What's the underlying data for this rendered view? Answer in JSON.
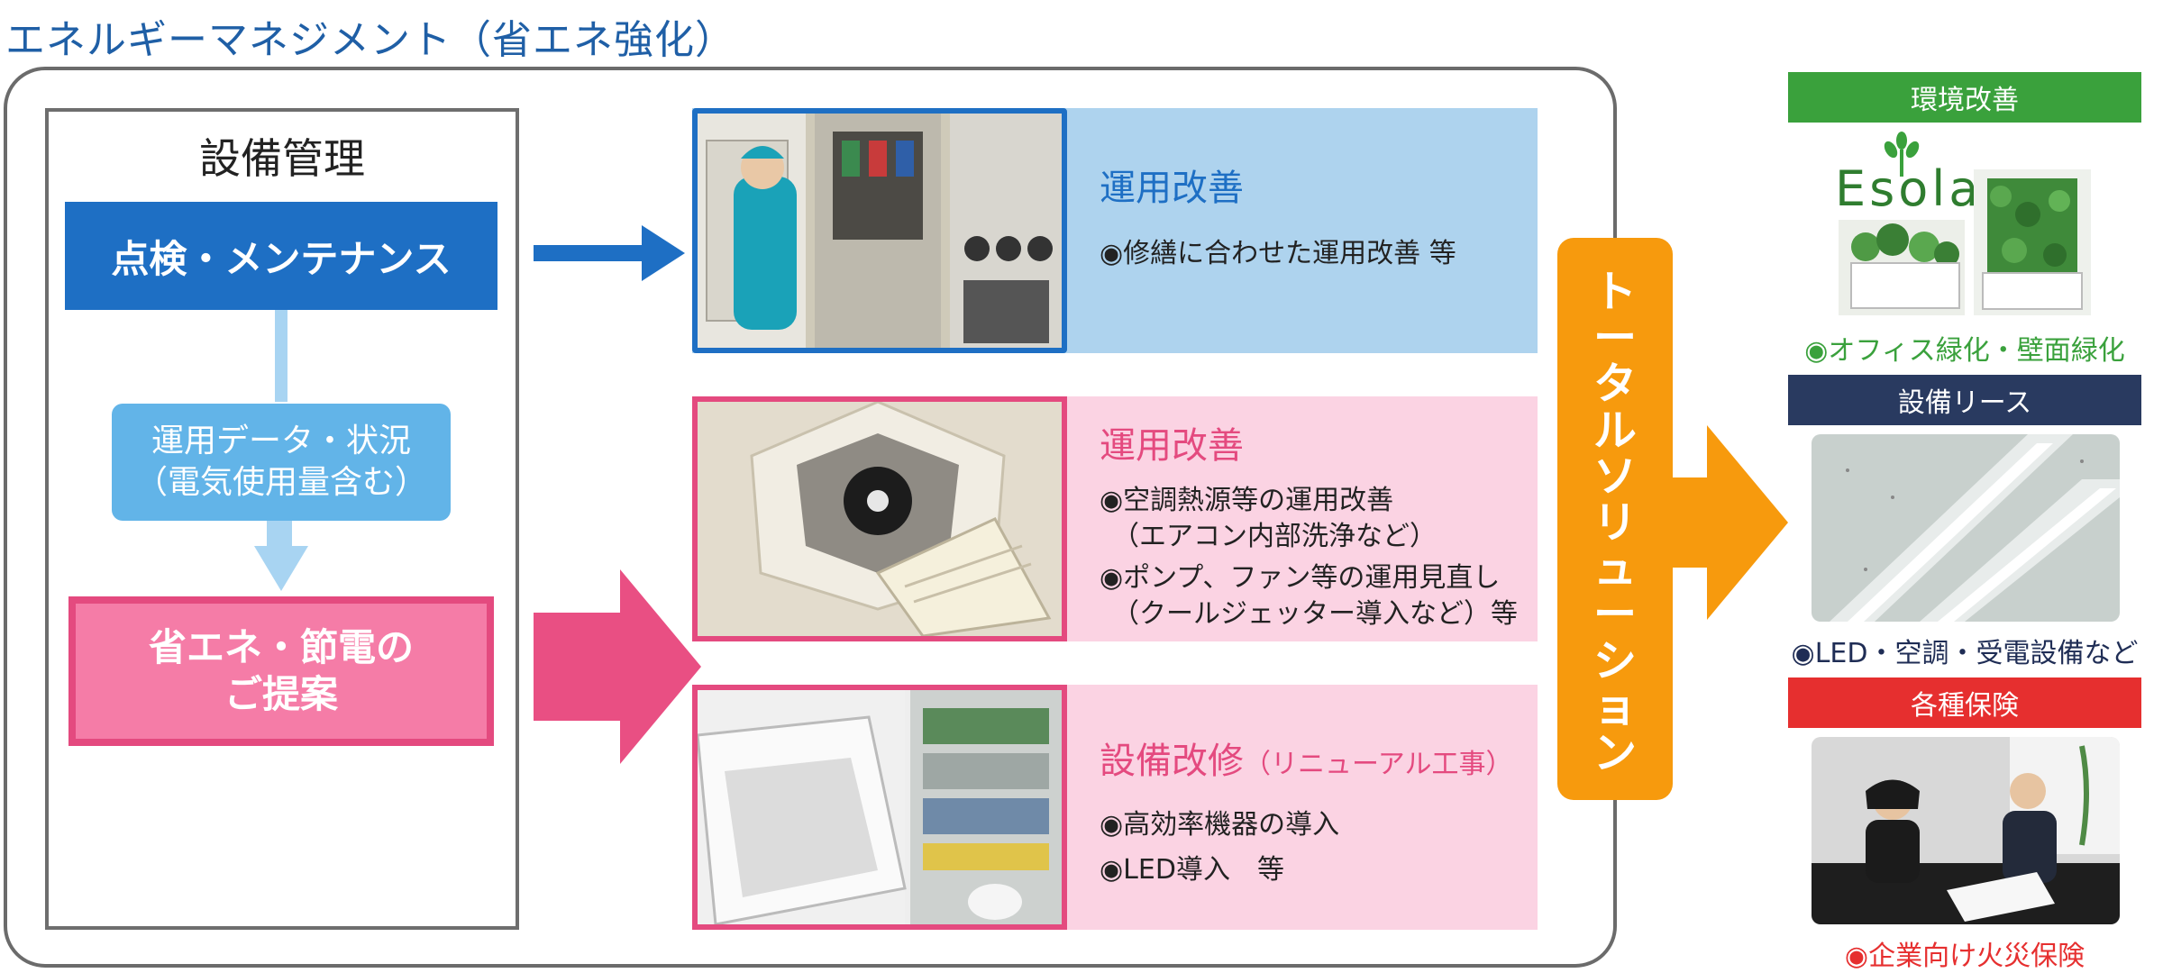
{
  "page_title": "エネルギーマネジメント（省エネ強化）",
  "management": {
    "title": "設備管理",
    "maintenance": "点検・メンテナンス",
    "data_line1": "運用データ・状況",
    "data_line2": "（電気使用量含む）",
    "proposal_line1": "省エネ・節電の",
    "proposal_line2": "ご提案"
  },
  "panels": [
    {
      "title": "運用改善",
      "bullets": [
        "◉修繕に合わせた運用改善 等"
      ]
    },
    {
      "title": "運用改善",
      "bullets": [
        "◉空調熱源等の運用改善",
        "（エアコン内部洗浄など）",
        "◉ポンプ、ファン等の運用見直し",
        "（クールジェッター導入など）等"
      ]
    },
    {
      "title": "設備改修",
      "subtitle": "（リニューアル工事）",
      "bullets": [
        "◉高効率機器の導入",
        "◉LED導入　等"
      ]
    }
  ],
  "total_solution": [
    "ト",
    "ー",
    "タ",
    "ル",
    "ソ",
    "リ",
    "ュ",
    "ー",
    "シ",
    "ョ",
    "ン"
  ],
  "side": {
    "env": {
      "header": "環境改善",
      "logo": "Esola",
      "caption": "◉オフィス緑化・壁面緑化"
    },
    "lease": {
      "header": "設備リース",
      "caption": "◉LED・空調・受電設備など"
    },
    "insurance": {
      "header": "各種保険",
      "caption": "◉企業向け火災保険"
    }
  },
  "colors": {
    "blue": "#1e6fc4",
    "light_blue": "#aed3ee",
    "pink": "#e94f83",
    "light_pink": "#fbd3e3",
    "orange": "#f79a0d",
    "green": "#3aa13c",
    "navy": "#293a60",
    "red": "#e62f2f"
  }
}
